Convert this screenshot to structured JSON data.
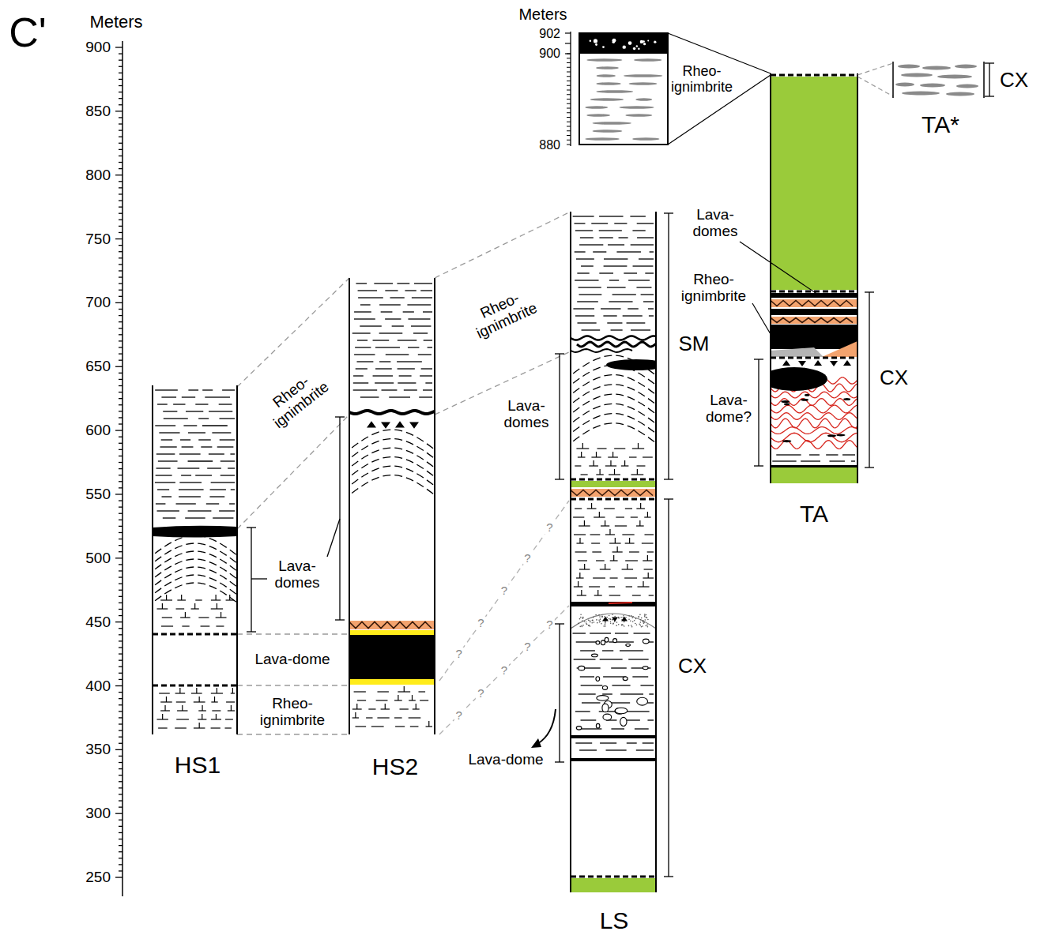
{
  "diagram": {
    "labels": [
      "C'",
      "Meters",
      "900",
      "850",
      "800",
      "750",
      "700",
      "650",
      "600",
      "550",
      "500",
      "450",
      "400",
      "350",
      "300",
      "250",
      "Meters",
      "902",
      "900",
      "880",
      "Rheo- ignimbrite",
      "CX",
      "TA*",
      "Rheo- ignimbrite",
      "Lava- domes",
      "Lava-dome",
      "Rheo- ignimbrite",
      "HS1",
      "HS2",
      "Rheo- ignimbrite",
      "Lava- domes",
      "SM",
      "CX",
      "Lava-dome",
      "LS",
      "Lava- domes",
      "Rheo- ignimbrite",
      "Lava- dome?",
      "CX",
      "TA",
      "?",
      "?",
      "?",
      "?",
      "?",
      "?",
      "?",
      "?",
      "?",
      "?"
    ]
  }
}
